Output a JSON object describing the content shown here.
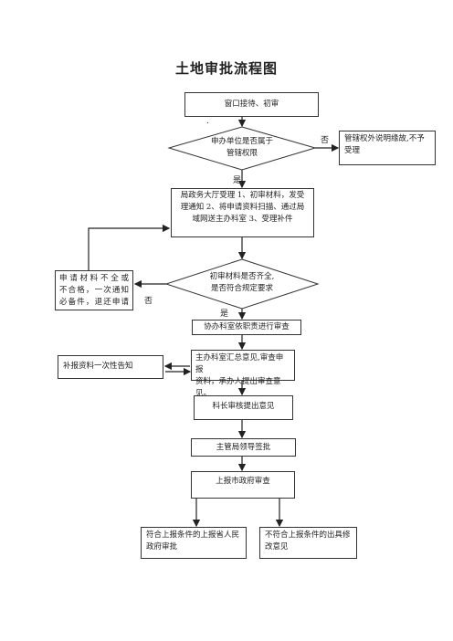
{
  "title": "土地审批流程图",
  "nodes": {
    "window": "窗口接待、初审",
    "decision1": [
      "申办单位是否属于",
      "管辖权限"
    ],
    "outside": [
      "管辖权外说明缘故,不予",
      "受理"
    ],
    "accept": [
      "局政务大厅受理 1、初审材料，发受",
      "理通知 2、将申请资料扫描、通过局",
      "域网送主办科室 3、受理补件"
    ],
    "decision2": [
      "初审材料是否齐全,",
      "是否符合规定要求"
    ],
    "incomplete": [
      "申请材料不全或",
      "不合格，一次通知",
      "必备件，退还申请"
    ],
    "coop": "协办科室依职责进行审查",
    "main": [
      "主办科室汇总意见,审查申报",
      "资料，承办人提出审查意见。"
    ],
    "supplement": "补报资料一次性告知",
    "section_chief": "科长审核提出意见",
    "leader": "主管局领导签批",
    "city": "上报市政府审查",
    "approve": [
      "符合上报条件的上报省人民",
      "政府审批"
    ],
    "reject": [
      "不符合上报条件的出具修",
      "改意见"
    ]
  },
  "labels": {
    "no1": "否",
    "yes1": "是",
    "no2": "否",
    "yes2": "是",
    "dot": "."
  }
}
